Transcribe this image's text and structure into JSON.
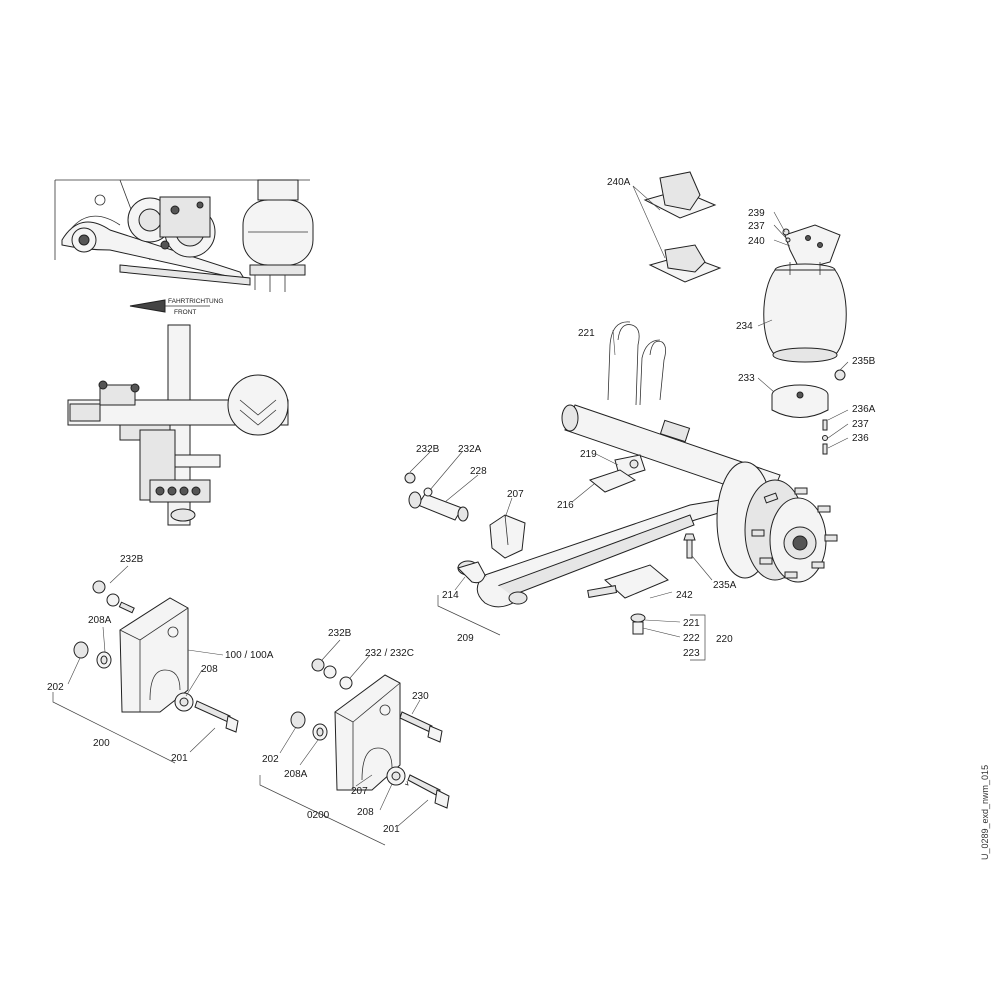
{
  "drawing_id": "U_0289_exd_nwm_015",
  "direction": {
    "label_de": "FAHRTRICHTUNG",
    "label_en": "FRONT"
  },
  "callouts": {
    "c240a": "240A",
    "c239": "239",
    "c237a": "237",
    "c240": "240",
    "c234": "234",
    "c235b": "235B",
    "c233": "233",
    "c236a": "236A",
    "c237b": "237",
    "c236": "236",
    "c221a": "221",
    "c219": "219",
    "c216": "216",
    "c232b_1": "232B",
    "c232a": "232A",
    "c228": "228",
    "c207_1": "207",
    "c214": "214",
    "c209": "209",
    "c235a": "235A",
    "c242": "242",
    "c221b": "221",
    "c222": "222",
    "c223": "223",
    "c220": "220",
    "c232b_2": "232B",
    "c208a_1": "208A",
    "c100": "100 / 100A",
    "c208_1": "208",
    "c202_1": "202",
    "c200": "200",
    "c201_1": "201",
    "c232b_3": "232B",
    "c232c": "232 / 232C",
    "c230": "230",
    "c202_2": "202",
    "c208a_2": "208A",
    "c207_2": "207",
    "c0200": "0200",
    "c208_2": "208",
    "c201_2": "201"
  }
}
